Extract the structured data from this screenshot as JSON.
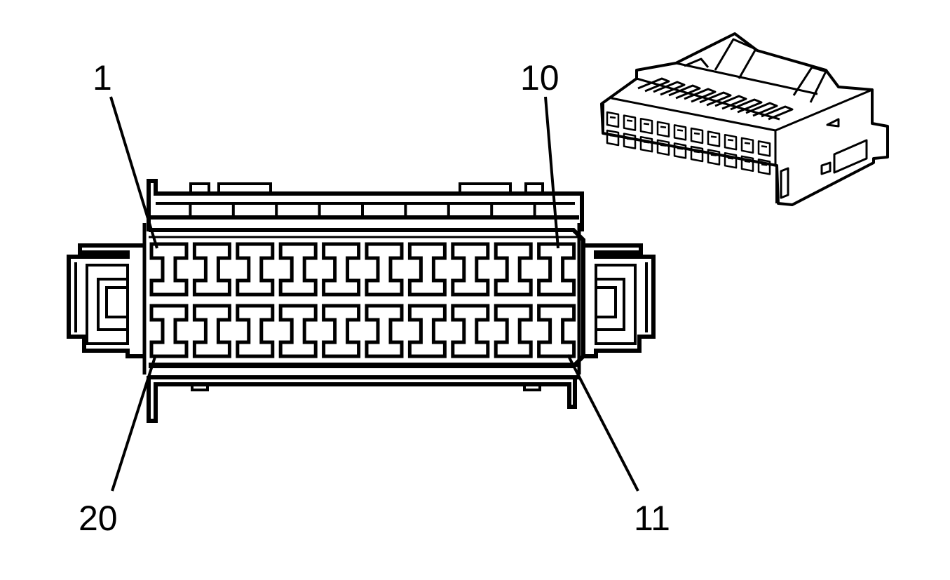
{
  "diagram": {
    "labels": {
      "pin_1": "1",
      "pin_10": "10",
      "pin_11": "11",
      "pin_20": "20"
    },
    "connector": {
      "cavities_per_row": 10,
      "rows": 2
    }
  }
}
